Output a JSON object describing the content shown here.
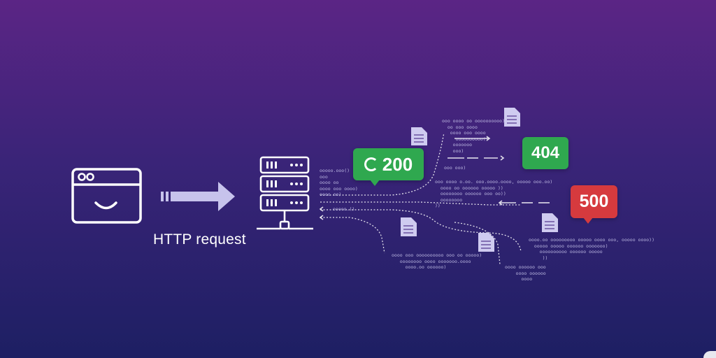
{
  "diagram": {
    "request_label": "HTTP request",
    "statuses": [
      {
        "code": "200",
        "color": "#2fa84f"
      },
      {
        "code": "404",
        "color": "#2fa84f"
      },
      {
        "code": "500",
        "color": "#d63a3e"
      }
    ],
    "icons": [
      "browser-window-icon",
      "arrow-right-icon",
      "server-rack-icon",
      "document-icon",
      "spinner-icon"
    ],
    "colors": {
      "background_top": "#5b2585",
      "background_bottom": "#1d1f63",
      "line": "#ffffff",
      "arrow": "#c7c3ec",
      "document": "#cfcbf0"
    }
  }
}
